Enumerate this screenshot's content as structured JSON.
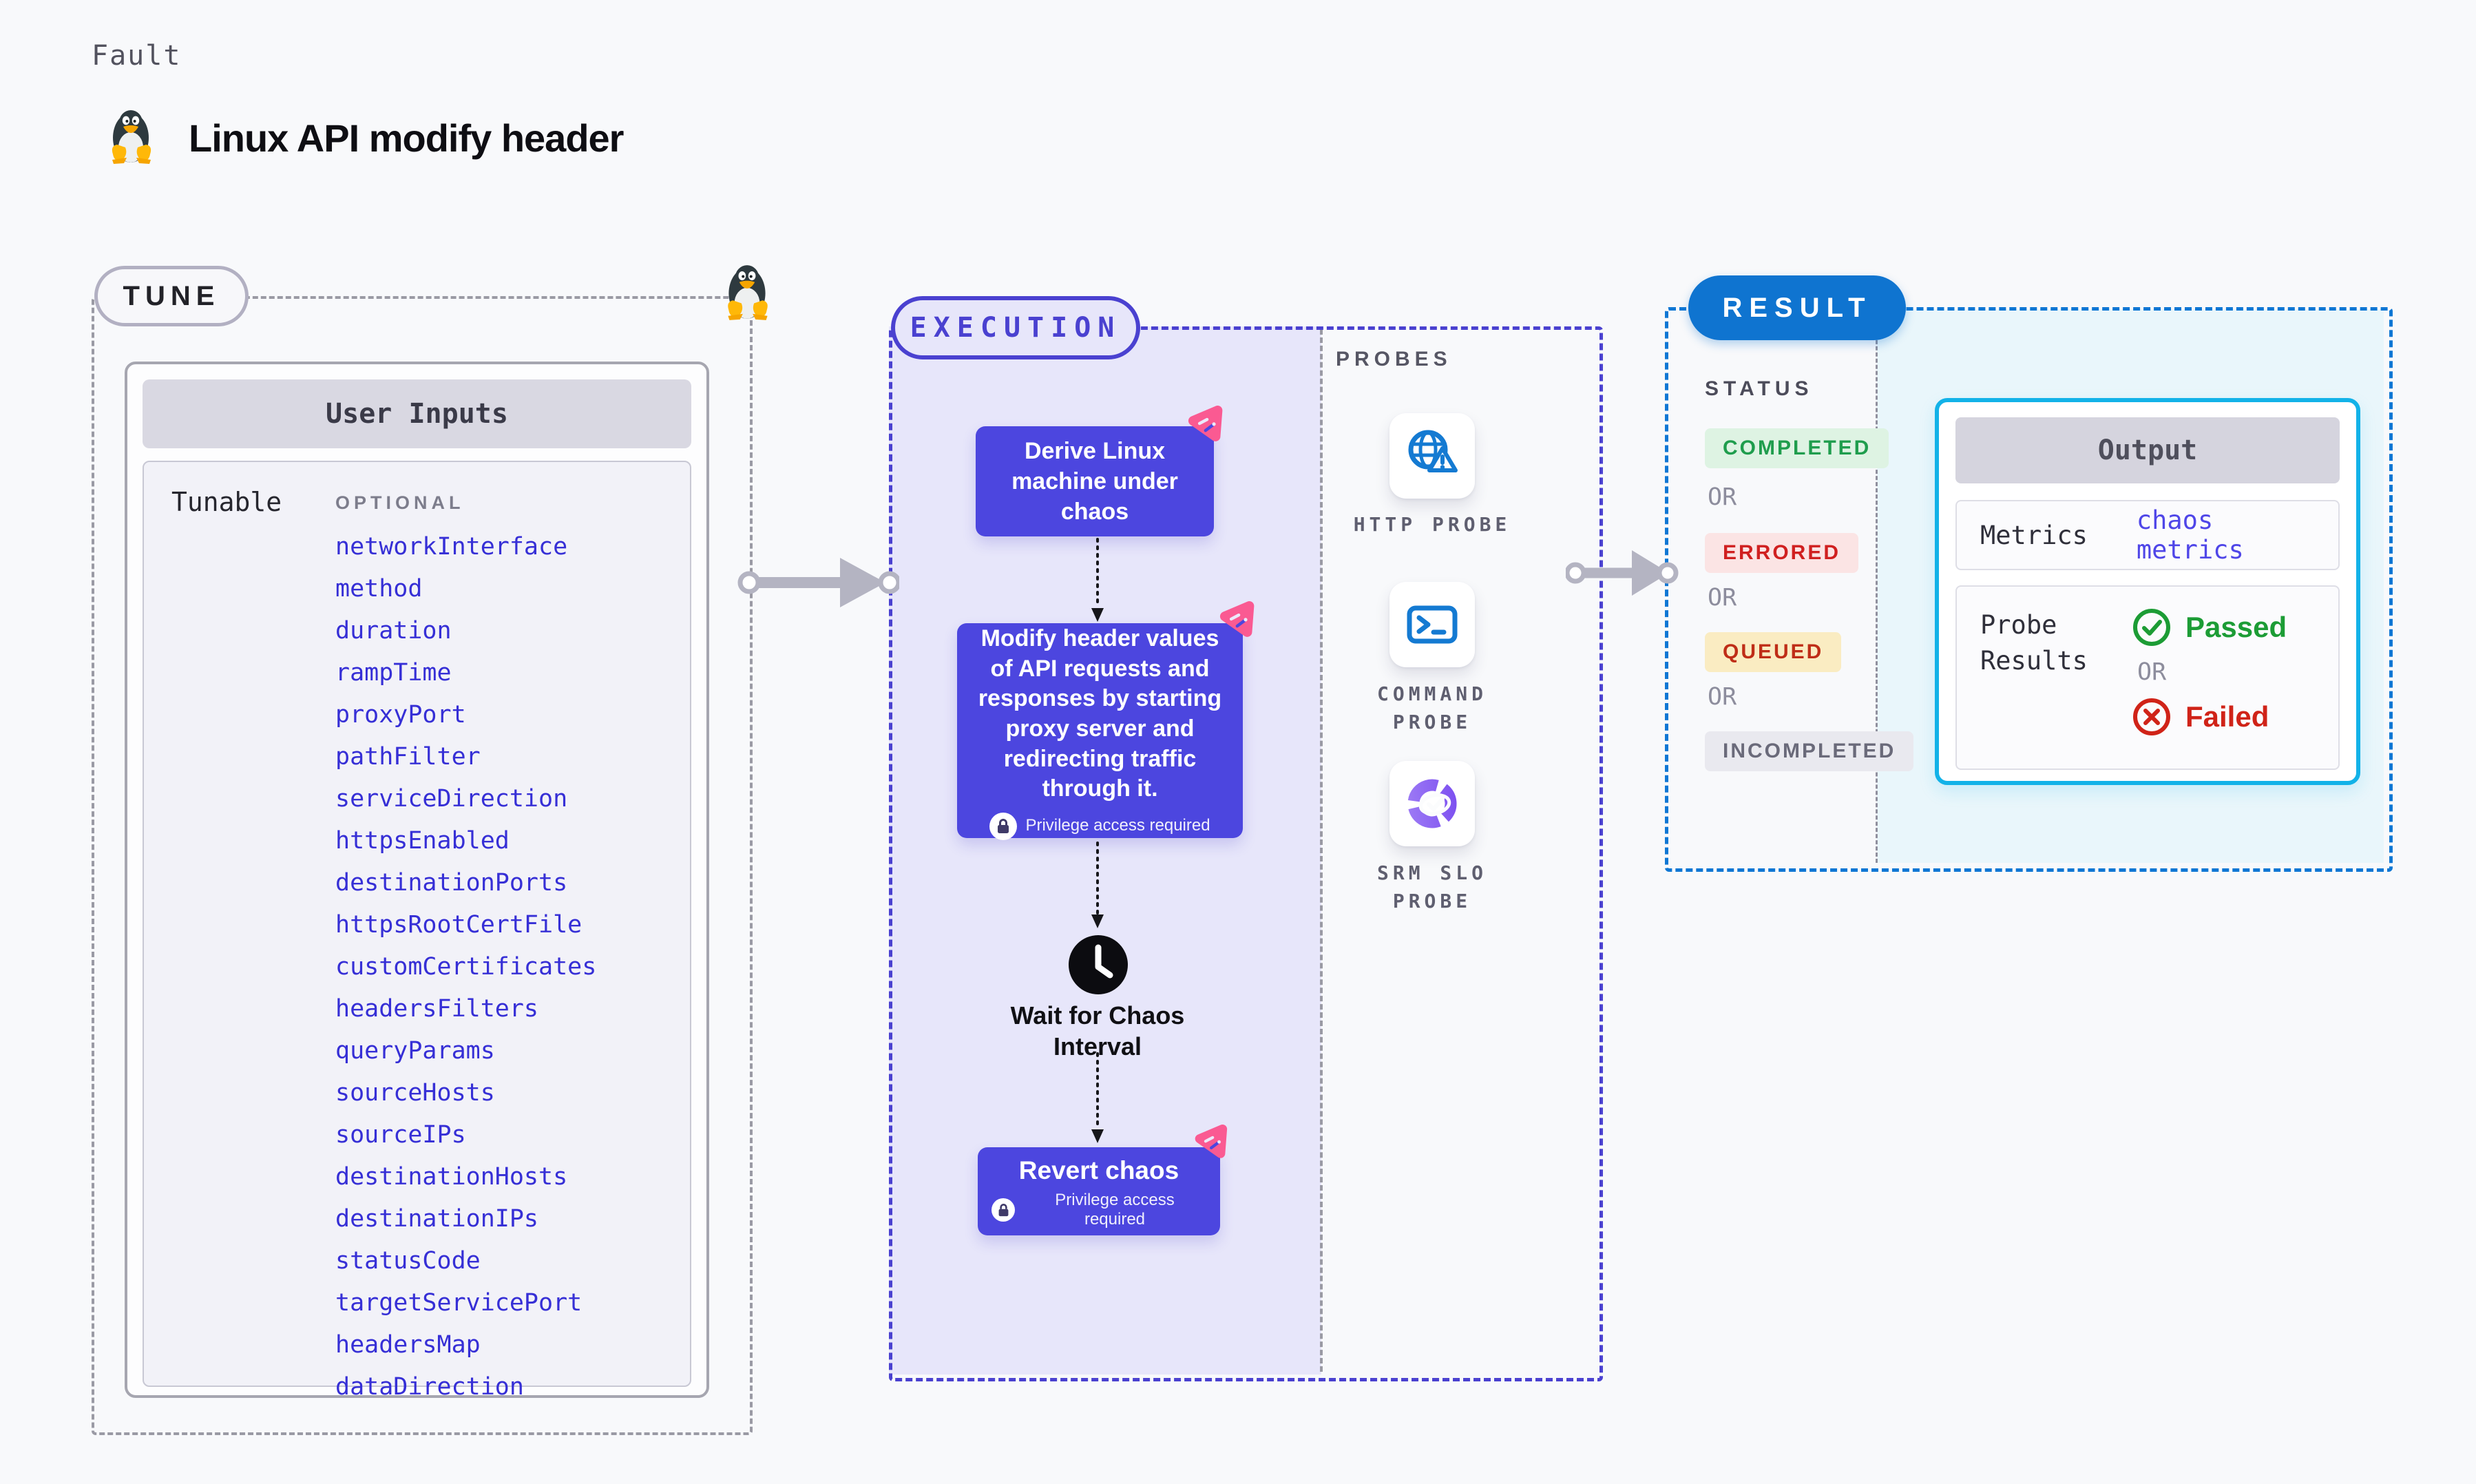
{
  "page": {
    "kicker": "Fault",
    "title": "Linux API modify header"
  },
  "tune": {
    "label": "TUNE",
    "card_title": "User Inputs",
    "tunable_label": "Tunable",
    "optional_label": "OPTIONAL",
    "params": [
      "networkInterface",
      "method",
      "duration",
      "rampTime",
      "proxyPort",
      "pathFilter",
      "serviceDirection",
      "httpsEnabled",
      "destinationPorts",
      "httpsRootCertFile",
      "customCertificates",
      "headersFilters",
      "queryParams",
      "sourceHosts",
      "sourceIPs",
      "destinationHosts",
      "destinationIPs",
      "statusCode",
      "targetServicePort",
      "headersMap",
      "dataDirection"
    ]
  },
  "execution": {
    "label": "EXECUTION",
    "steps": {
      "derive": "Derive Linux machine under chaos",
      "inject": "Modify header values of API requests and responses by starting proxy server and redirecting traffic through it.",
      "wait": "Wait for Chaos Interval",
      "revert": "Revert chaos"
    },
    "privilege_note": "Privilege access required"
  },
  "probes": {
    "label": "PROBES",
    "items": [
      {
        "name": "HTTP PROBE",
        "icon": "globe-alert-icon"
      },
      {
        "name": "COMMAND PROBE",
        "icon": "terminal-icon"
      },
      {
        "name": "SRM SLO PROBE",
        "icon": "slo-pie-icon"
      }
    ]
  },
  "result": {
    "label": "RESULT",
    "status_label": "STATUS",
    "or_label": "OR",
    "statuses": [
      {
        "label": "COMPLETED",
        "fg": "#1f9d4d",
        "bg": "#def3e3"
      },
      {
        "label": "ERRORED",
        "fg": "#d02020",
        "bg": "#fbe4e4"
      },
      {
        "label": "QUEUED",
        "fg": "#bf2d17",
        "bg": "#faecc2"
      },
      {
        "label": "INCOMPLETED",
        "fg": "#6a6a7a",
        "bg": "#e9e9ef"
      }
    ],
    "output": {
      "title": "Output",
      "metrics_label": "Metrics",
      "metrics_value": "chaos metrics",
      "probe_results_label": "Probe Results",
      "passed": "Passed",
      "failed": "Failed"
    }
  },
  "colors": {
    "accent_indigo": "#4a41d0",
    "node_purple": "#4c46df",
    "lavender_bg": "#e7e6fa",
    "fault_pink": "#fa5a92",
    "result_blue": "#0f74d0",
    "output_border_cyan": "#12b2e8",
    "output_bg_cyan": "#e9f6fb",
    "param_link_blue": "#362fd6",
    "dashed_gray": "#9a9aa4",
    "passed_green": "#1c9c35",
    "failed_red": "#d02318"
  }
}
